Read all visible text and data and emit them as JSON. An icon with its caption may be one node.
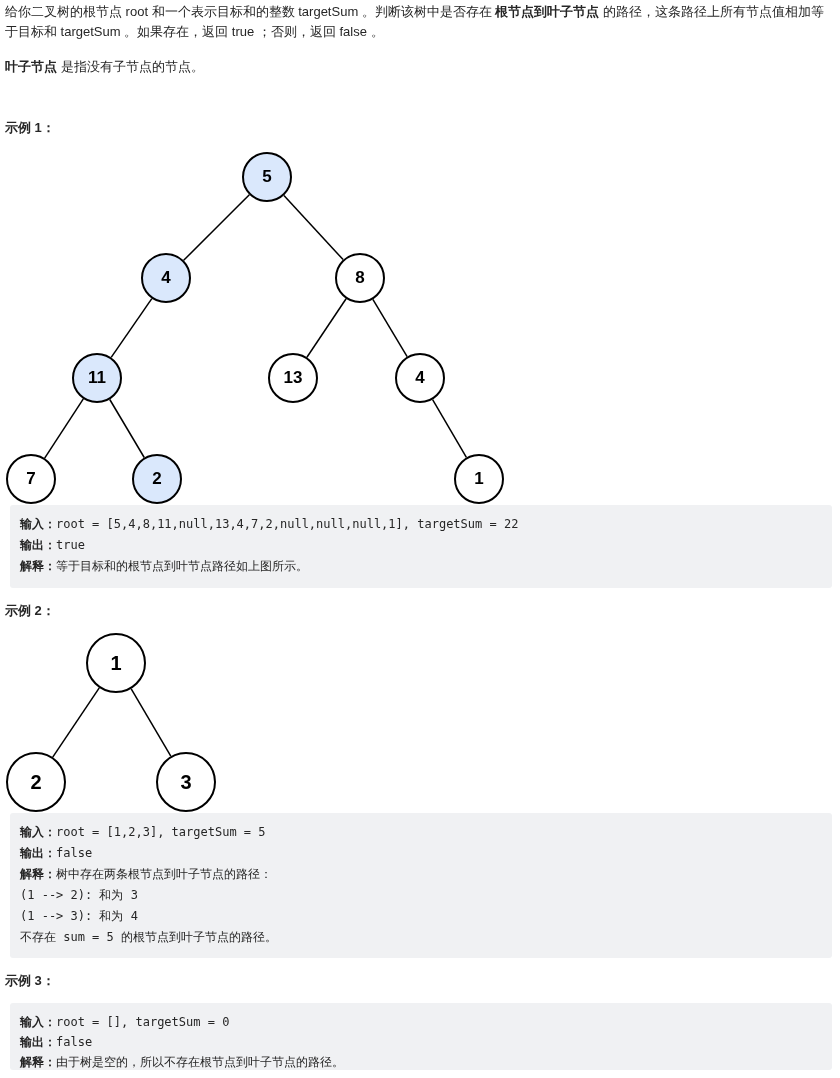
{
  "diagram": {
    "nodes": [
      {
        "text": [
          "5"
        ]
      },
      {
        "text": [
          "4"
        ]
      },
      {
        "text": [
          "8"
        ]
      },
      {
        "text": [
          "11"
        ]
      },
      {
        "text": [
          "13"
        ]
      },
      {
        "text": [
          "4"
        ]
      },
      {
        "text": [
          "7"
        ]
      },
      {
        "text": [
          "2"
        ]
      },
      {
        "text": [
          "1"
        ]
      },
      {
        "text": [
          "1"
        ]
      },
      {
        "text": [
          "2"
        ]
      },
      {
        "text": [
          "3"
        ]
      }
    ],
    "edges": [
      {
        "from": 0,
        "to": 1,
        "arrow": "none"
      },
      {
        "from": 0,
        "to": 2,
        "arrow": "none"
      },
      {
        "from": 1,
        "to": 3,
        "arrow": "none"
      },
      {
        "from": 2,
        "to": 4,
        "arrow": "none"
      },
      {
        "from": 2,
        "to": 5,
        "arrow": "none"
      },
      {
        "from": 3,
        "to": 6,
        "arrow": "none"
      },
      {
        "from": 3,
        "to": 7,
        "arrow": "none"
      },
      {
        "from": 5,
        "to": 8,
        "arrow": "none"
      },
      {
        "from": 9,
        "to": 10,
        "arrow": "none"
      },
      {
        "from": 9,
        "to": 11,
        "arrow": "none"
      }
    ],
    "labels": [
      "给你二叉树的根节点 root 和一个表示目标和的整数 targetSum 。判断该树中是否存在 **根节点到叶子节点** 的路径，这条路径上所有节点值相加等于目标和 targetSum 。如果存在，返回 true ；否则，返回 false 。",
      "**叶子节点** 是指没有子节点的节点。",
      "示例 1：",
      "**输入：**root = [5,4,8,11,null,13,4,7,2,null,null,null,1], targetSum = 22",
      "**输出：**true",
      "**解释：**等于目标和的根节点到叶节点路径如上图所示。",
      "示例 2：",
      "**输入：**root = [1,2,3], targetSum = 5",
      "**输出：**false",
      "**解释：**树中存在两条根节点到叶子节点的路径：",
      "(1 --> 2): 和为 3",
      "(1 --> 3): 和为 4",
      "不存在 sum = 5 的根节点到叶子节点的路径。",
      "示例 3：",
      "**输入：**root = [], targetSum = 0",
      "**输出：**false",
      "**解释：**由于树是空的，所以不存在根节点到叶子节点的路径。"
    ]
  }
}
